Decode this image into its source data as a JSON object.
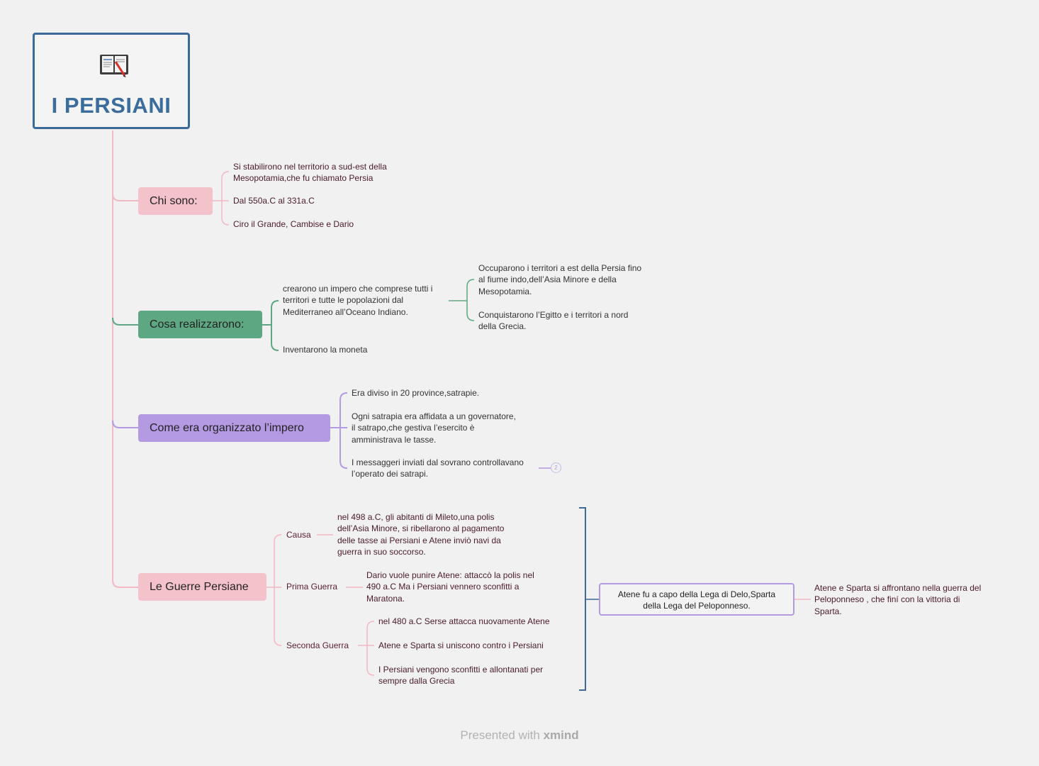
{
  "root": {
    "title": "I PERSIANI",
    "icon": "book-pencil-icon"
  },
  "topics": [
    {
      "label": "Chi sono:",
      "color": "#f4c2cb",
      "items": [
        "Si stabilirono nel territorio a sud-est della\nMesopotamia,che fu chiamato Persia",
        "Dal 550a.C al 331a.C",
        "Ciro il Grande, Cambise e Dario"
      ]
    },
    {
      "label": "Cosa realizzarono:",
      "color": "#5da883",
      "items": [
        "crearono un impero che comprese tutti i\nterritori e tutte le popolazioni dal\nMediterraneo all’Oceano Indiano.",
        "Inventarono la moneta"
      ],
      "subitems": [
        "Occuparono i territori a est della Persia fino\nal fiume indo,dell’Asia Minore e della\nMesopotamia.",
        "Conquistarono l’Egitto e i territori a nord\ndella Grecia."
      ]
    },
    {
      "label": "Come era organizzato l’impero",
      "color": "#b39ae3",
      "items": [
        "Era diviso in 20 province,satrapie.",
        "Ogni satrapia era affidata a un governatore,\nil satrapo,che gestiva l’esercito è\namministrava le tasse.",
        "I messaggeri inviati dal sovrano controllavano\nl’operato dei satrapi."
      ],
      "collapse_badge": "2"
    },
    {
      "label": "Le Guerre Persiane",
      "color": "#f4c2cb",
      "branches": [
        {
          "label": "Causa",
          "text": "nel 498 a.C, gli abitanti di Mileto,una polis\ndell’Asia Minore, si ribellarono al pagamento\ndelle tasse ai Persiani e Atene inviò navi da\nguerra in suo soccorso."
        },
        {
          "label": "Prima Guerra",
          "text": "Dario vuole punire Atene: attaccò la polis nel\n490 a.C Ma i Persiani vennero sconfitti a\nMaratona."
        },
        {
          "label": "Seconda Guerra",
          "items": [
            "nel 480 a.C Serse attacca nuovamente Atene",
            "Atene e Sparta si uniscono contro i Persiani",
            "I  Persiani vengono sconfitti e allontanati per\nsempre dalla Grecia"
          ]
        }
      ],
      "summary": "Atene fu a capo della Lega di Delo,Sparta\ndella Lega del Peloponneso.",
      "summary_followup": "Atene e Sparta si affrontano nella guerra del\nPeloponneso , che finí con la vittoria di\nSparta."
    }
  ],
  "footer": {
    "prefix": "Presented with ",
    "brand": "xmind"
  },
  "colors": {
    "pink_line": "#f2b8c4",
    "green_line": "#5da883",
    "purple_line": "#b39ae3",
    "blue_bracket": "#3b6a99",
    "background": "#f1f1f1"
  }
}
